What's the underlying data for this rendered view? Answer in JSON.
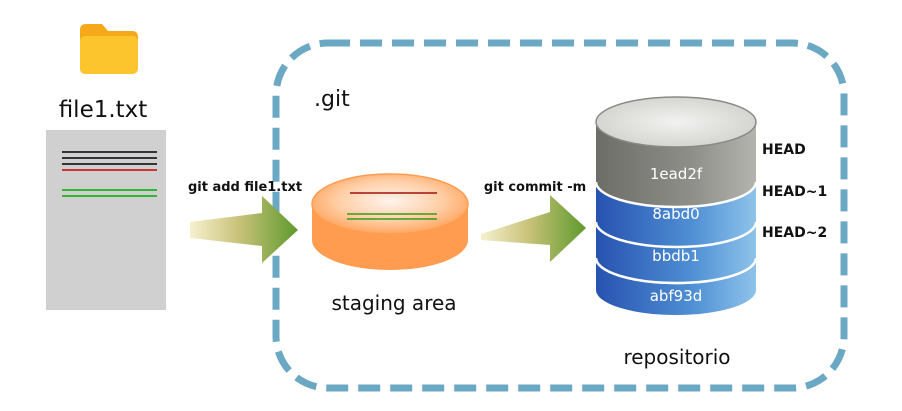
{
  "file": {
    "name": "file1.txt",
    "icon": "folder-icon",
    "line_colors": [
      "#000000",
      "#000000",
      "#000000",
      "#cc0000",
      "#00aa00",
      "#00aa00"
    ]
  },
  "git_dir": {
    "label": ".git",
    "border_color": "#6aa8c4"
  },
  "arrows": {
    "add_label": "git add file1.txt",
    "commit_label": "git commit -m"
  },
  "staging": {
    "label": "staging area",
    "color": "#ff9c4f"
  },
  "repository": {
    "label": "repositorio",
    "commits": [
      {
        "hash": "1ead2f",
        "ref": "HEAD"
      },
      {
        "hash": "8abd0",
        "ref": "HEAD~1"
      },
      {
        "hash": "bbdb1",
        "ref": "HEAD~2"
      },
      {
        "hash": "abf93d",
        "ref": ""
      }
    ],
    "head_color": "#8a8a84",
    "commit_color": "#2f68c0"
  }
}
